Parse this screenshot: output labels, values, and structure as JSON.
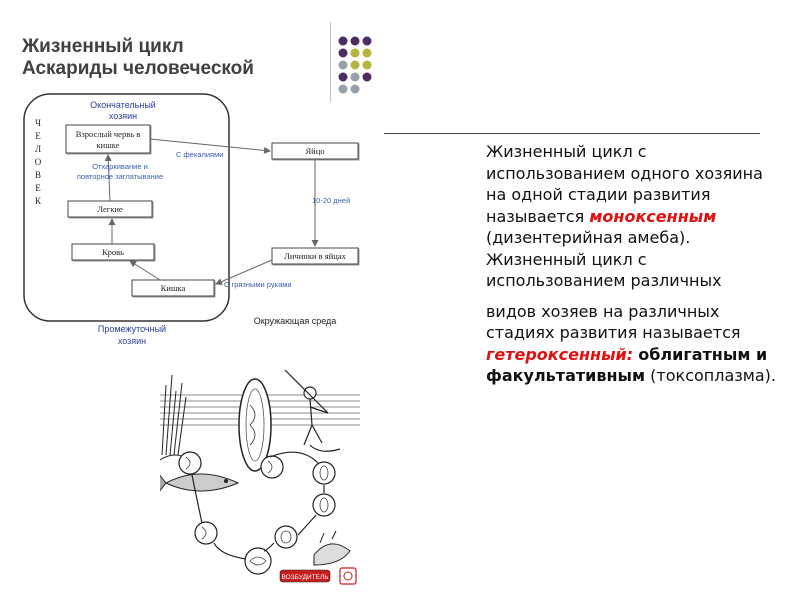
{
  "title": {
    "line1": "Жизненный цикл",
    "line2": "Аскариды человеческой"
  },
  "colors": {
    "dot_purple": "#4b2d63",
    "dot_olive": "#b7b63c",
    "dot_gray": "#97a0a8",
    "accent_red": "#e01010"
  },
  "diagram": {
    "definitive_host": {
      "line1": "Окончательный",
      "line2": "хозяин"
    },
    "intermediate_host": {
      "line1": "Промежуточный",
      "line2": "хозяин"
    },
    "human_letters": [
      "Ч",
      "Е",
      "Л",
      "О",
      "В",
      "Е",
      "К"
    ],
    "boxes": {
      "adult_worm": {
        "line1": "Взрослый червь в",
        "line2": "кишке"
      },
      "lungs": "Легкие",
      "blood": "Кровь",
      "intestine": "Кишка",
      "egg": "Яйцо",
      "larvae_in_eggs": "Личинки в яйцах"
    },
    "labels": {
      "expectoration": {
        "line1": "Отхаркивание и",
        "line2": "повторное заглатывание"
      },
      "with_feces": "С фекалиями",
      "days": "10-20 дней",
      "dirty_hands": "С грязными руками",
      "environment": "Окружающая среда"
    }
  },
  "description": {
    "p1_before": "Жизненный цикл с использованием одного хозяина на одной стадии развития называется",
    "p1_term": "моноксенным",
    "p1_after": "(дизентерийная амеба). Жизненный цикл с использованием различных",
    "p2_before": "видов хозяев на различных стадиях развития называется",
    "p2_term": "гетероксенный:",
    "p2_bold": "облигатным и факультативным",
    "p2_after": "(токсоплазма)."
  },
  "illustration": {
    "stamp": "ВОЗБУДИТЕЛЬ"
  }
}
